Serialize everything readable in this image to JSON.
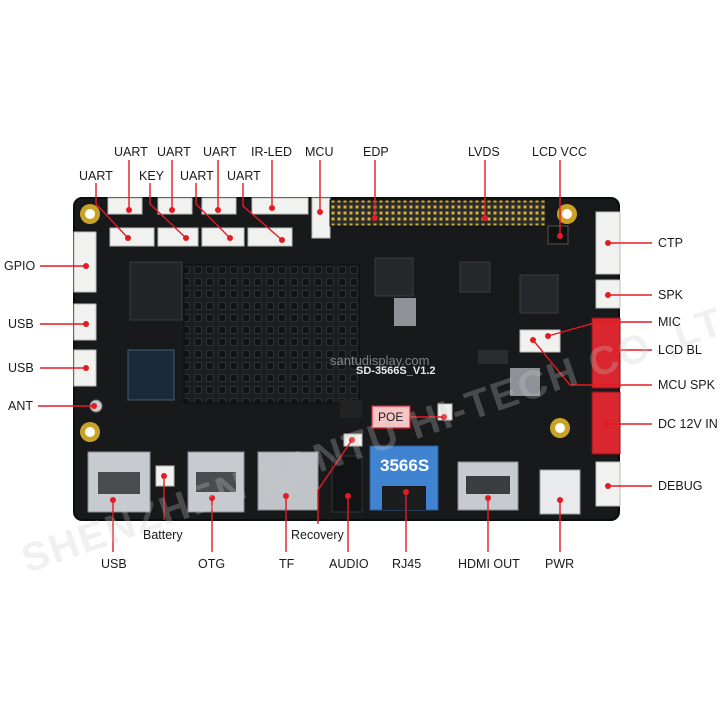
{
  "colors": {
    "pcb": "#17191b",
    "pcb_edge": "#0c0d0e",
    "heatsink": "#1e2123",
    "callout_line": "#e31b23",
    "callout_dot": "#e31b23",
    "connector_white": "#f1f1ef",
    "connector_red": "#d9262f",
    "gold": "#c9a227",
    "usb_silver": "#c7cbd0",
    "eth_blue": "#3f83d1"
  },
  "watermark": {
    "url": "santudisplay.com",
    "company": "SHENZHEN SANTU HI-TECH CO.,LTD."
  },
  "board": {
    "silkscreen_model": "SD-3566S_V1.2",
    "chip_label": "3566S"
  },
  "labels": {
    "top": [
      "UART",
      "UART",
      "UART",
      "IR-LED",
      "MCU",
      "EDP",
      "LVDS",
      "LCD VCC"
    ],
    "top_second": [
      "UART",
      "KEY",
      "UART",
      "UART"
    ],
    "left": [
      "GPIO",
      "USB",
      "USB",
      "ANT"
    ],
    "right": [
      "CTP",
      "SPK",
      "MIC",
      "LCD BL",
      "MCU SPK",
      "DC 12V IN",
      "DEBUG"
    ],
    "bottom": [
      "USB",
      "OTG",
      "TF",
      "AUDIO",
      "RJ45",
      "HDMI OUT",
      "PWR"
    ],
    "inner": [
      "Battery",
      "Recovery",
      "POE"
    ]
  }
}
